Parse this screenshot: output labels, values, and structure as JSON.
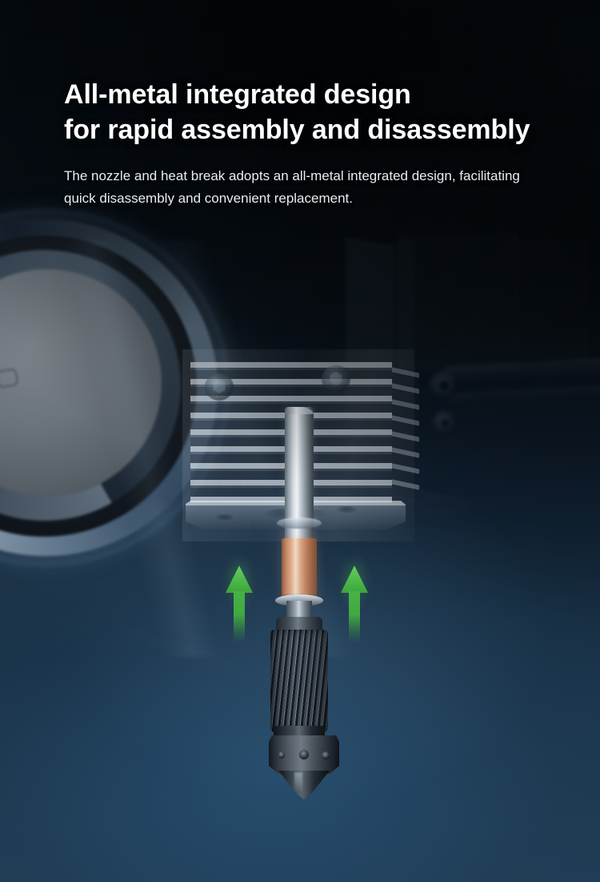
{
  "page": {
    "background_top_color": "#050b11",
    "background_bottom_color": "#203c55",
    "accent_arrow_color": "#43b23c",
    "copper_color": "#e2a782",
    "heading_color": "#ffffff",
    "body_color": "#e9edf1"
  },
  "copy": {
    "headline": "All-metal integrated design\nfor rapid assembly and disassembly",
    "headline_line1": "All-metal integrated design",
    "headline_line2": "for rapid assembly and disassembly",
    "body": "The nozzle and heat break adopts an all-metal integrated design, facilitating quick disassembly and convenient replacement."
  },
  "illustration": {
    "subject": "3D printer all-metal hotend nozzle and heat break assembly",
    "parts": [
      {
        "name": "heatsink-fins",
        "material": "aluminum"
      },
      {
        "name": "heatsink-base-plate",
        "material": "aluminum"
      },
      {
        "name": "steel-shaft",
        "material": "stainless-steel"
      },
      {
        "name": "heat-break",
        "material": "copper"
      },
      {
        "name": "threaded-barrel",
        "material": "hardened-steel"
      },
      {
        "name": "nozzle-hex-body",
        "material": "hardened-steel"
      },
      {
        "name": "nozzle-tip",
        "material": "hardened-steel"
      }
    ],
    "arrows": {
      "count": 2,
      "direction": "up",
      "meaning": "insert / assemble upward",
      "color": "#43b23c"
    },
    "background_elements": [
      "blurred fan housing ring",
      "blurred printer frame and ribbed machine parts"
    ]
  }
}
